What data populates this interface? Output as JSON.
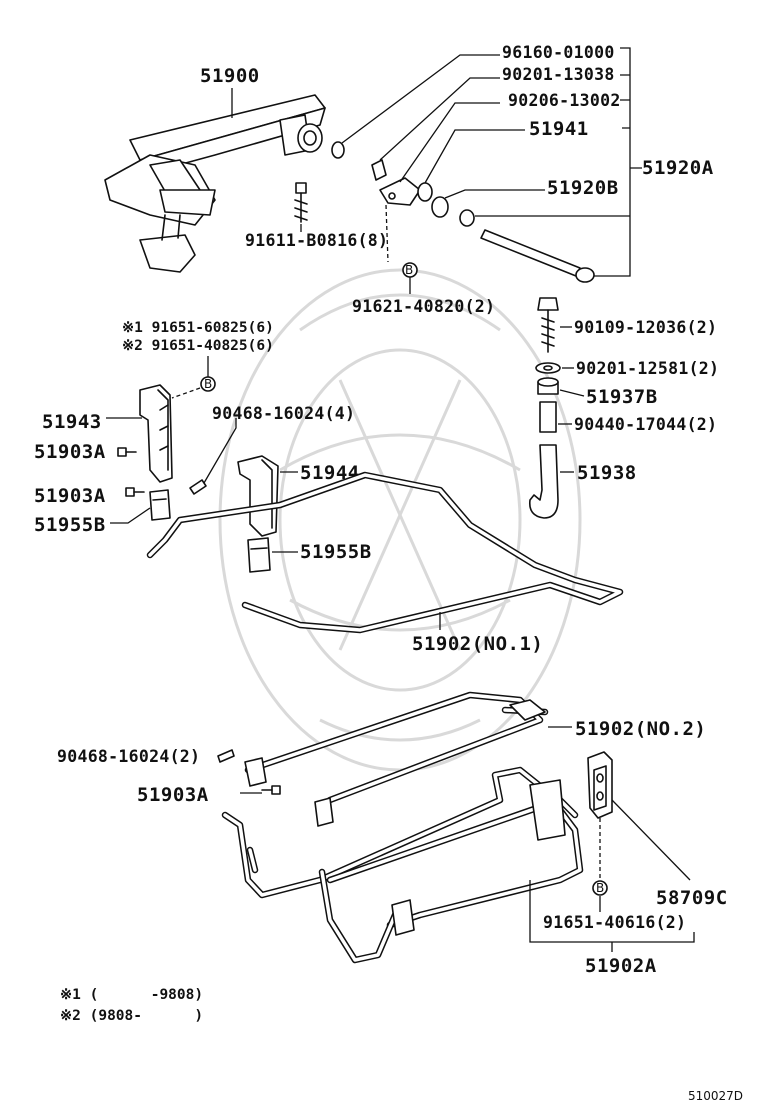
{
  "parts": {
    "p51900": "51900",
    "p96160": "96160-01000",
    "p90201a": "90201-13038",
    "p90206": "90206-13002",
    "p51941": "51941",
    "p51920A": "51920A",
    "p51920B": "51920B",
    "p91611": "91611-B0816(8)",
    "p91621": "91621-40820(2)",
    "n1_60825": "※1 91651-60825(6)",
    "n2_40825": "※2 91651-40825(6)",
    "p90109": "90109-12036(2)",
    "p90201b": "90201-12581(2)",
    "p51937B": "51937B",
    "p90440": "90440-17044(2)",
    "p51938": "51938",
    "p51943": "51943",
    "p90468a": "90468-16024(4)",
    "p51903A_1": "51903A",
    "p51903A_2": "51903A",
    "p51944": "51944",
    "p51955B_1": "51955B",
    "p51955B_2": "51955B",
    "p51902_1": "51902(NO.1)",
    "p51902_2": "51902(NO.2)",
    "p90468b": "90468-16024(2)",
    "p51903A_3": "51903A",
    "p58709C": "58709C",
    "p91651_40616": "91651-40616(2)",
    "p51902A": "51902A"
  },
  "bolt_marker": "B",
  "footnotes": {
    "f1": "※1 (      -9808)",
    "f2": "※2 (9808-      )"
  },
  "diagram_code": "510027D"
}
